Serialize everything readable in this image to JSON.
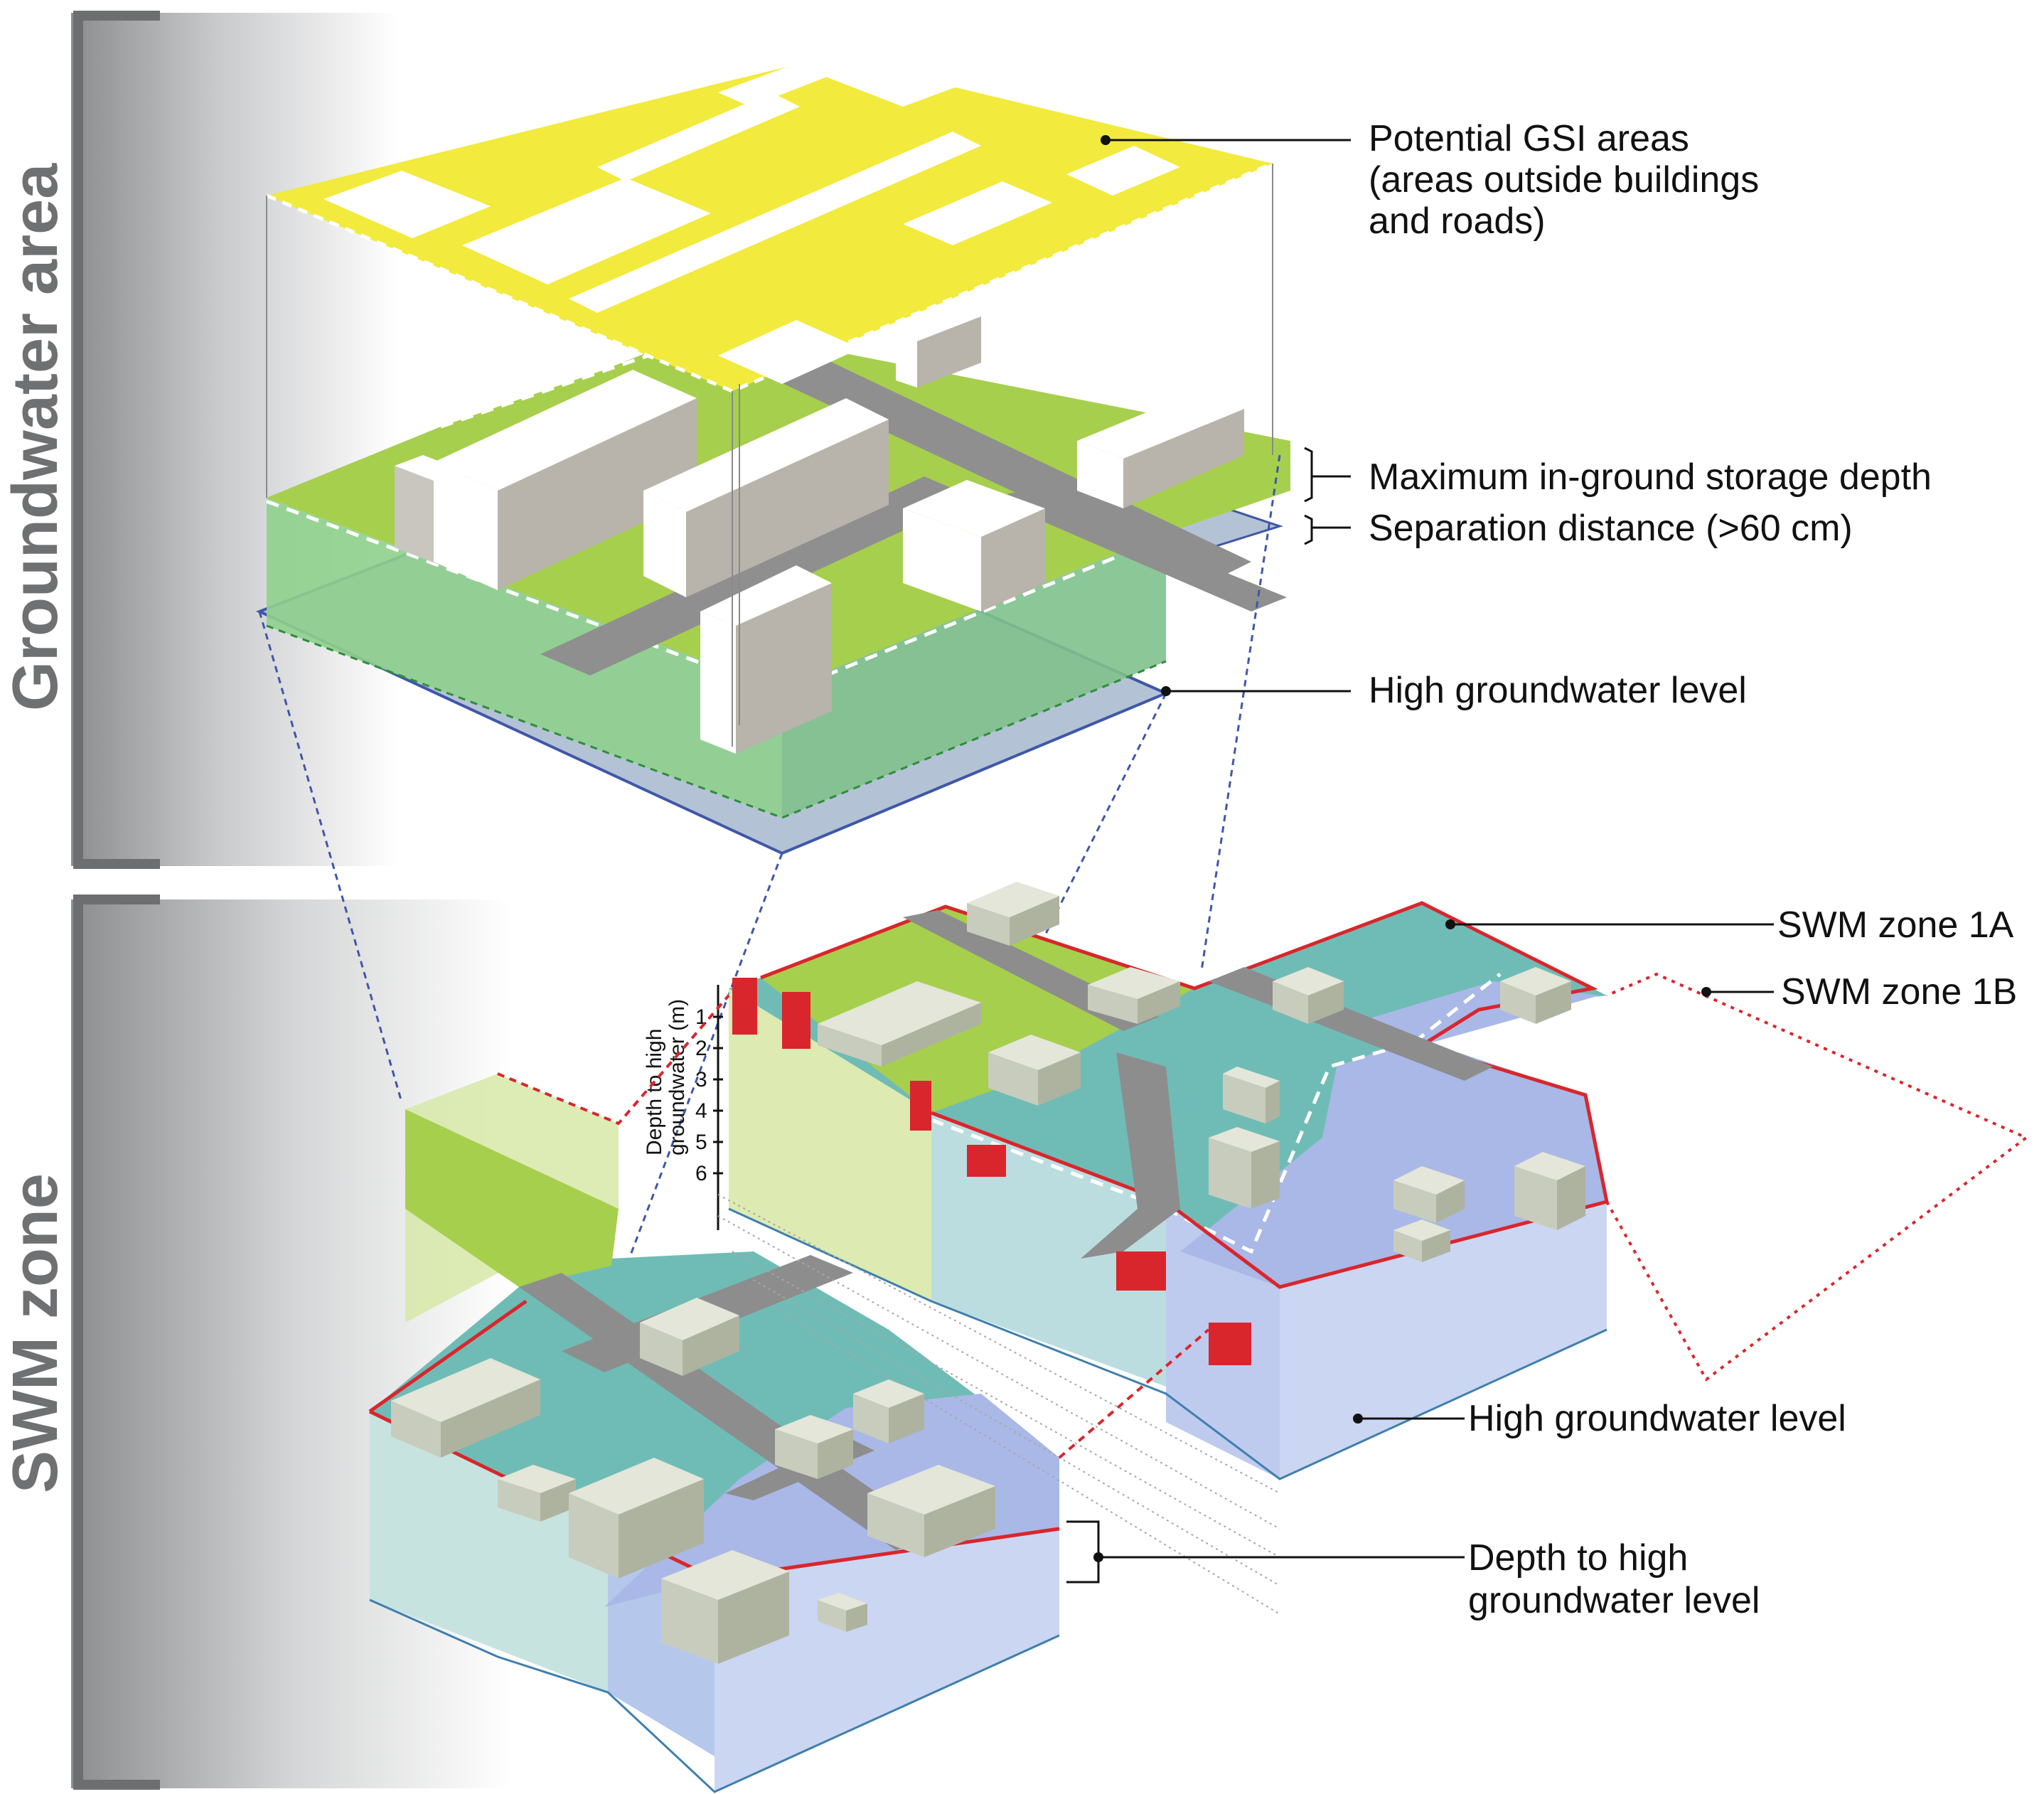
{
  "side_labels": {
    "groundwater_area": "Groundwater area",
    "swm_zone": "SWM zone"
  },
  "callouts": {
    "gsi_areas": [
      "Potential GSI areas",
      "(areas outside buildings",
      "and roads)"
    ],
    "max_storage": "Maximum in-ground storage depth",
    "separation": "Separation distance (>60 cm)",
    "high_gw_top": "High groundwater level",
    "zone_1a": "SWM zone 1A",
    "zone_1b": "SWM zone 1B",
    "high_gw_bottom": "High groundwater level",
    "depth_to_gw": [
      "Depth to high",
      "groundwater level"
    ]
  },
  "depth_axis": {
    "label_lines": [
      "Depth to high",
      "groundwater (m)"
    ],
    "ticks": [
      "1",
      "2",
      "3",
      "4",
      "5",
      "6"
    ]
  },
  "colors": {
    "gsi_yellow": "#f2ea3c",
    "green_surface": "#a6cf4d",
    "green_volume": "#8fcf8a",
    "teal_zone": "#6fbcb6",
    "blue_zone": "#a9b8e6",
    "groundwater_plane": "#aebfd4",
    "road": "#8f8f8f",
    "building": "#e3e6d8",
    "zone_border": "#d9262c",
    "side_bar": "#8a8b8d"
  }
}
